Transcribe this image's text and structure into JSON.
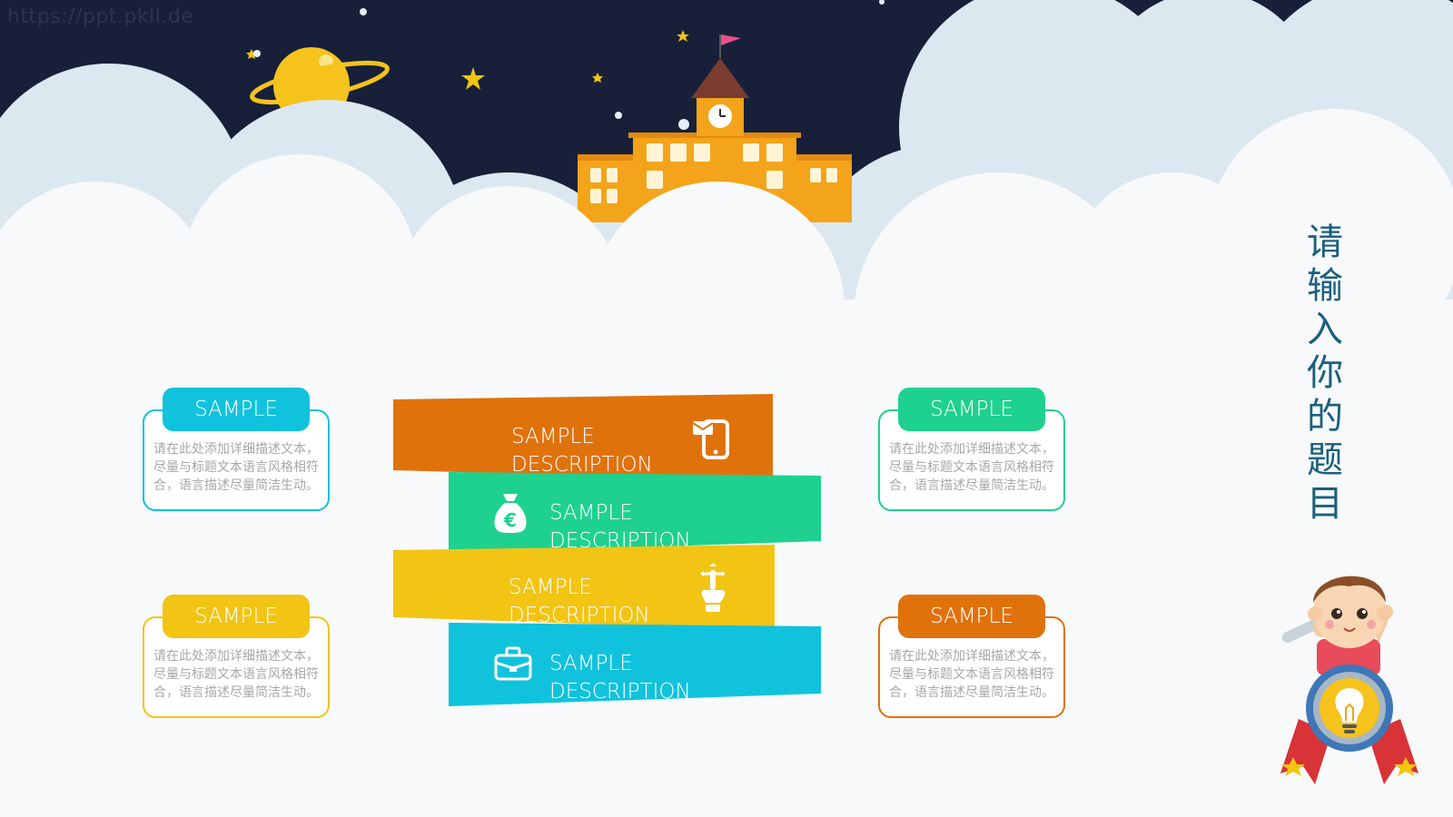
{
  "watermark": "https://ppt.pkll.de",
  "title": "请输入你的题目",
  "colors": {
    "night_sky": "#172038",
    "cloud_back": "#dce8ef",
    "cloud_front": "#f7f9fb",
    "orange": "#e0720c",
    "green": "#1ed18e",
    "yellow": "#f2c414",
    "cyan": "#11c2dc",
    "title_text": "#1b5f7d"
  },
  "cards": [
    {
      "heading": "SAMPLE",
      "body": "请在此处添加详细描述文本，尽量与标题文本语言风格相符合，语言描述尽量简洁生动。",
      "color": "#11c2dc"
    },
    {
      "heading": "SAMPLE",
      "body": "请在此处添加详细描述文本，尽量与标题文本语言风格相符合，语言描述尽量简洁生动。",
      "color": "#f2c414"
    },
    {
      "heading": "SAMPLE",
      "body": "请在此处添加详细描述文本，尽量与标题文本语言风格相符合，语言描述尽量简洁生动。",
      "color": "#1ed18e"
    },
    {
      "heading": "SAMPLE",
      "body": "请在此处添加详细描述文本，尽量与标题文本语言风格相符合，语言描述尽量简洁生动。",
      "color": "#e0720c"
    }
  ],
  "bands": [
    {
      "line1": "SAMPLE",
      "line2": "DESCRIPTION",
      "icon": "mobile-phone-icon",
      "color": "#e0720c"
    },
    {
      "line1": "SAMPLE",
      "line2": "DESCRIPTION",
      "icon": "money-bag-euro-icon",
      "color": "#1ed18e"
    },
    {
      "line1": "SAMPLE",
      "line2": "DESCRIPTION",
      "icon": "pointing-hand-icon",
      "color": "#f2c414"
    },
    {
      "line1": "SAMPLE",
      "line2": "DESCRIPTION",
      "icon": "briefcase-icon",
      "color": "#11c2dc"
    }
  ],
  "illustrations": {
    "planet": "planet-icon",
    "school": "school-building-icon",
    "mascot": "boy-with-lightbulb-badge-icon"
  }
}
